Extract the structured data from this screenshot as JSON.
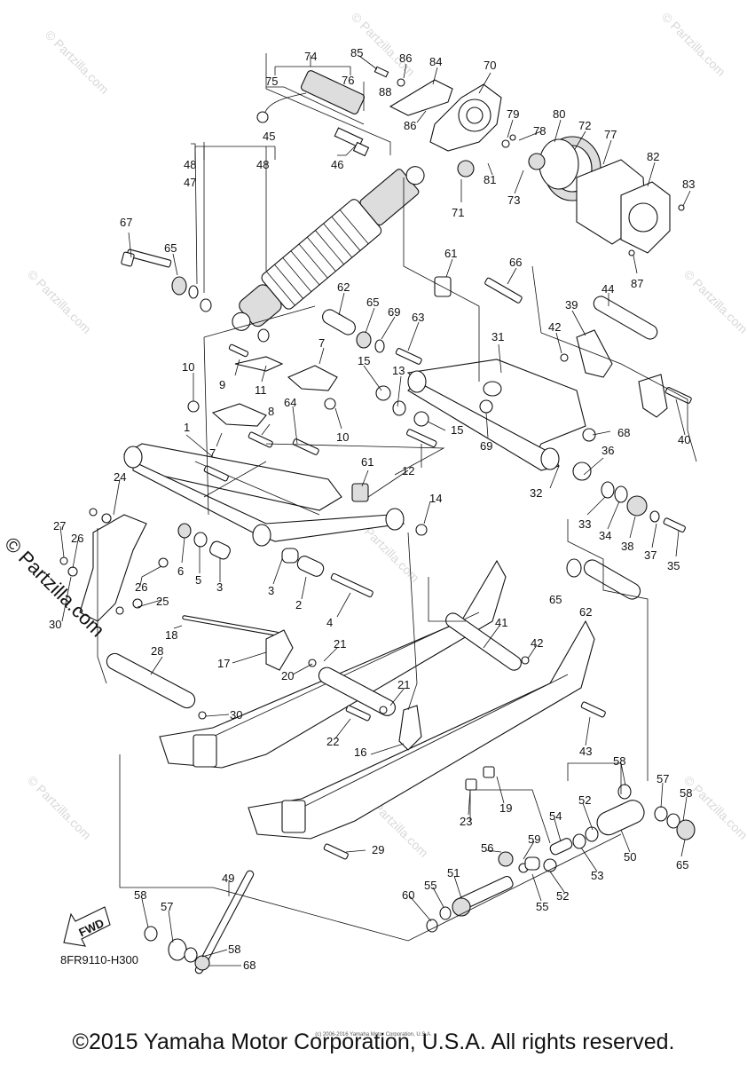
{
  "diagram": {
    "part_code": "8FR9110-H300",
    "fwd_label": "FWD",
    "copyright": "©2015 Yamaha Motor Corporation, U.S.A. All rights reserved.",
    "small_copyright": "(c) 2006-2016 Yamaha Motor Corporation, U.S.A.",
    "watermark": "© Partzilla.com",
    "parts": [
      {
        "id": 1,
        "label": "1"
      },
      {
        "id": 2,
        "label": "2"
      },
      {
        "id": 3,
        "label": "3"
      },
      {
        "id": 4,
        "label": "4"
      },
      {
        "id": 5,
        "label": "5"
      },
      {
        "id": 6,
        "label": "6"
      },
      {
        "id": 7,
        "label": "7"
      },
      {
        "id": 8,
        "label": "8"
      },
      {
        "id": 9,
        "label": "9"
      },
      {
        "id": 10,
        "label": "10"
      },
      {
        "id": 11,
        "label": "11"
      },
      {
        "id": 12,
        "label": "12"
      },
      {
        "id": 13,
        "label": "13"
      },
      {
        "id": 14,
        "label": "14"
      },
      {
        "id": 15,
        "label": "15"
      },
      {
        "id": 16,
        "label": "16"
      },
      {
        "id": 17,
        "label": "17"
      },
      {
        "id": 18,
        "label": "18"
      },
      {
        "id": 19,
        "label": "19"
      },
      {
        "id": 20,
        "label": "20"
      },
      {
        "id": 21,
        "label": "21"
      },
      {
        "id": 22,
        "label": "22"
      },
      {
        "id": 23,
        "label": "23"
      },
      {
        "id": 24,
        "label": "24"
      },
      {
        "id": 25,
        "label": "25"
      },
      {
        "id": 26,
        "label": "26"
      },
      {
        "id": 27,
        "label": "27"
      },
      {
        "id": 28,
        "label": "28"
      },
      {
        "id": 29,
        "label": "29"
      },
      {
        "id": 30,
        "label": "30"
      },
      {
        "id": 31,
        "label": "31"
      },
      {
        "id": 32,
        "label": "32"
      },
      {
        "id": 33,
        "label": "33"
      },
      {
        "id": 34,
        "label": "34"
      },
      {
        "id": 35,
        "label": "35"
      },
      {
        "id": 36,
        "label": "36"
      },
      {
        "id": 37,
        "label": "37"
      },
      {
        "id": 38,
        "label": "38"
      },
      {
        "id": 39,
        "label": "39"
      },
      {
        "id": 40,
        "label": "40"
      },
      {
        "id": 41,
        "label": "41"
      },
      {
        "id": 42,
        "label": "42"
      },
      {
        "id": 43,
        "label": "43"
      },
      {
        "id": 44,
        "label": "44"
      },
      {
        "id": 45,
        "label": "45"
      },
      {
        "id": 46,
        "label": "46"
      },
      {
        "id": 47,
        "label": "47"
      },
      {
        "id": 48,
        "label": "48"
      },
      {
        "id": 49,
        "label": "49"
      },
      {
        "id": 50,
        "label": "50"
      },
      {
        "id": 51,
        "label": "51"
      },
      {
        "id": 52,
        "label": "52"
      },
      {
        "id": 53,
        "label": "53"
      },
      {
        "id": 54,
        "label": "54"
      },
      {
        "id": 55,
        "label": "55"
      },
      {
        "id": 56,
        "label": "56"
      },
      {
        "id": 57,
        "label": "57"
      },
      {
        "id": 58,
        "label": "58"
      },
      {
        "id": 59,
        "label": "59"
      },
      {
        "id": 60,
        "label": "60"
      },
      {
        "id": 61,
        "label": "61"
      },
      {
        "id": 62,
        "label": "62"
      },
      {
        "id": 63,
        "label": "63"
      },
      {
        "id": 64,
        "label": "64"
      },
      {
        "id": 65,
        "label": "65"
      },
      {
        "id": 66,
        "label": "66"
      },
      {
        "id": 67,
        "label": "67"
      },
      {
        "id": 68,
        "label": "68"
      },
      {
        "id": 69,
        "label": "69"
      },
      {
        "id": 70,
        "label": "70"
      },
      {
        "id": 71,
        "label": "71"
      },
      {
        "id": 72,
        "label": "72"
      },
      {
        "id": 73,
        "label": "73"
      },
      {
        "id": 74,
        "label": "74"
      },
      {
        "id": 75,
        "label": "75"
      },
      {
        "id": 76,
        "label": "76"
      },
      {
        "id": 77,
        "label": "77"
      },
      {
        "id": 78,
        "label": "78"
      },
      {
        "id": 79,
        "label": "79"
      },
      {
        "id": 80,
        "label": "80"
      },
      {
        "id": 81,
        "label": "81"
      },
      {
        "id": 82,
        "label": "82"
      },
      {
        "id": 83,
        "label": "83"
      },
      {
        "id": 84,
        "label": "84"
      },
      {
        "id": 85,
        "label": "85"
      },
      {
        "id": 86,
        "label": "86"
      },
      {
        "id": 87,
        "label": "87"
      },
      {
        "id": 88,
        "label": "88"
      }
    ]
  }
}
